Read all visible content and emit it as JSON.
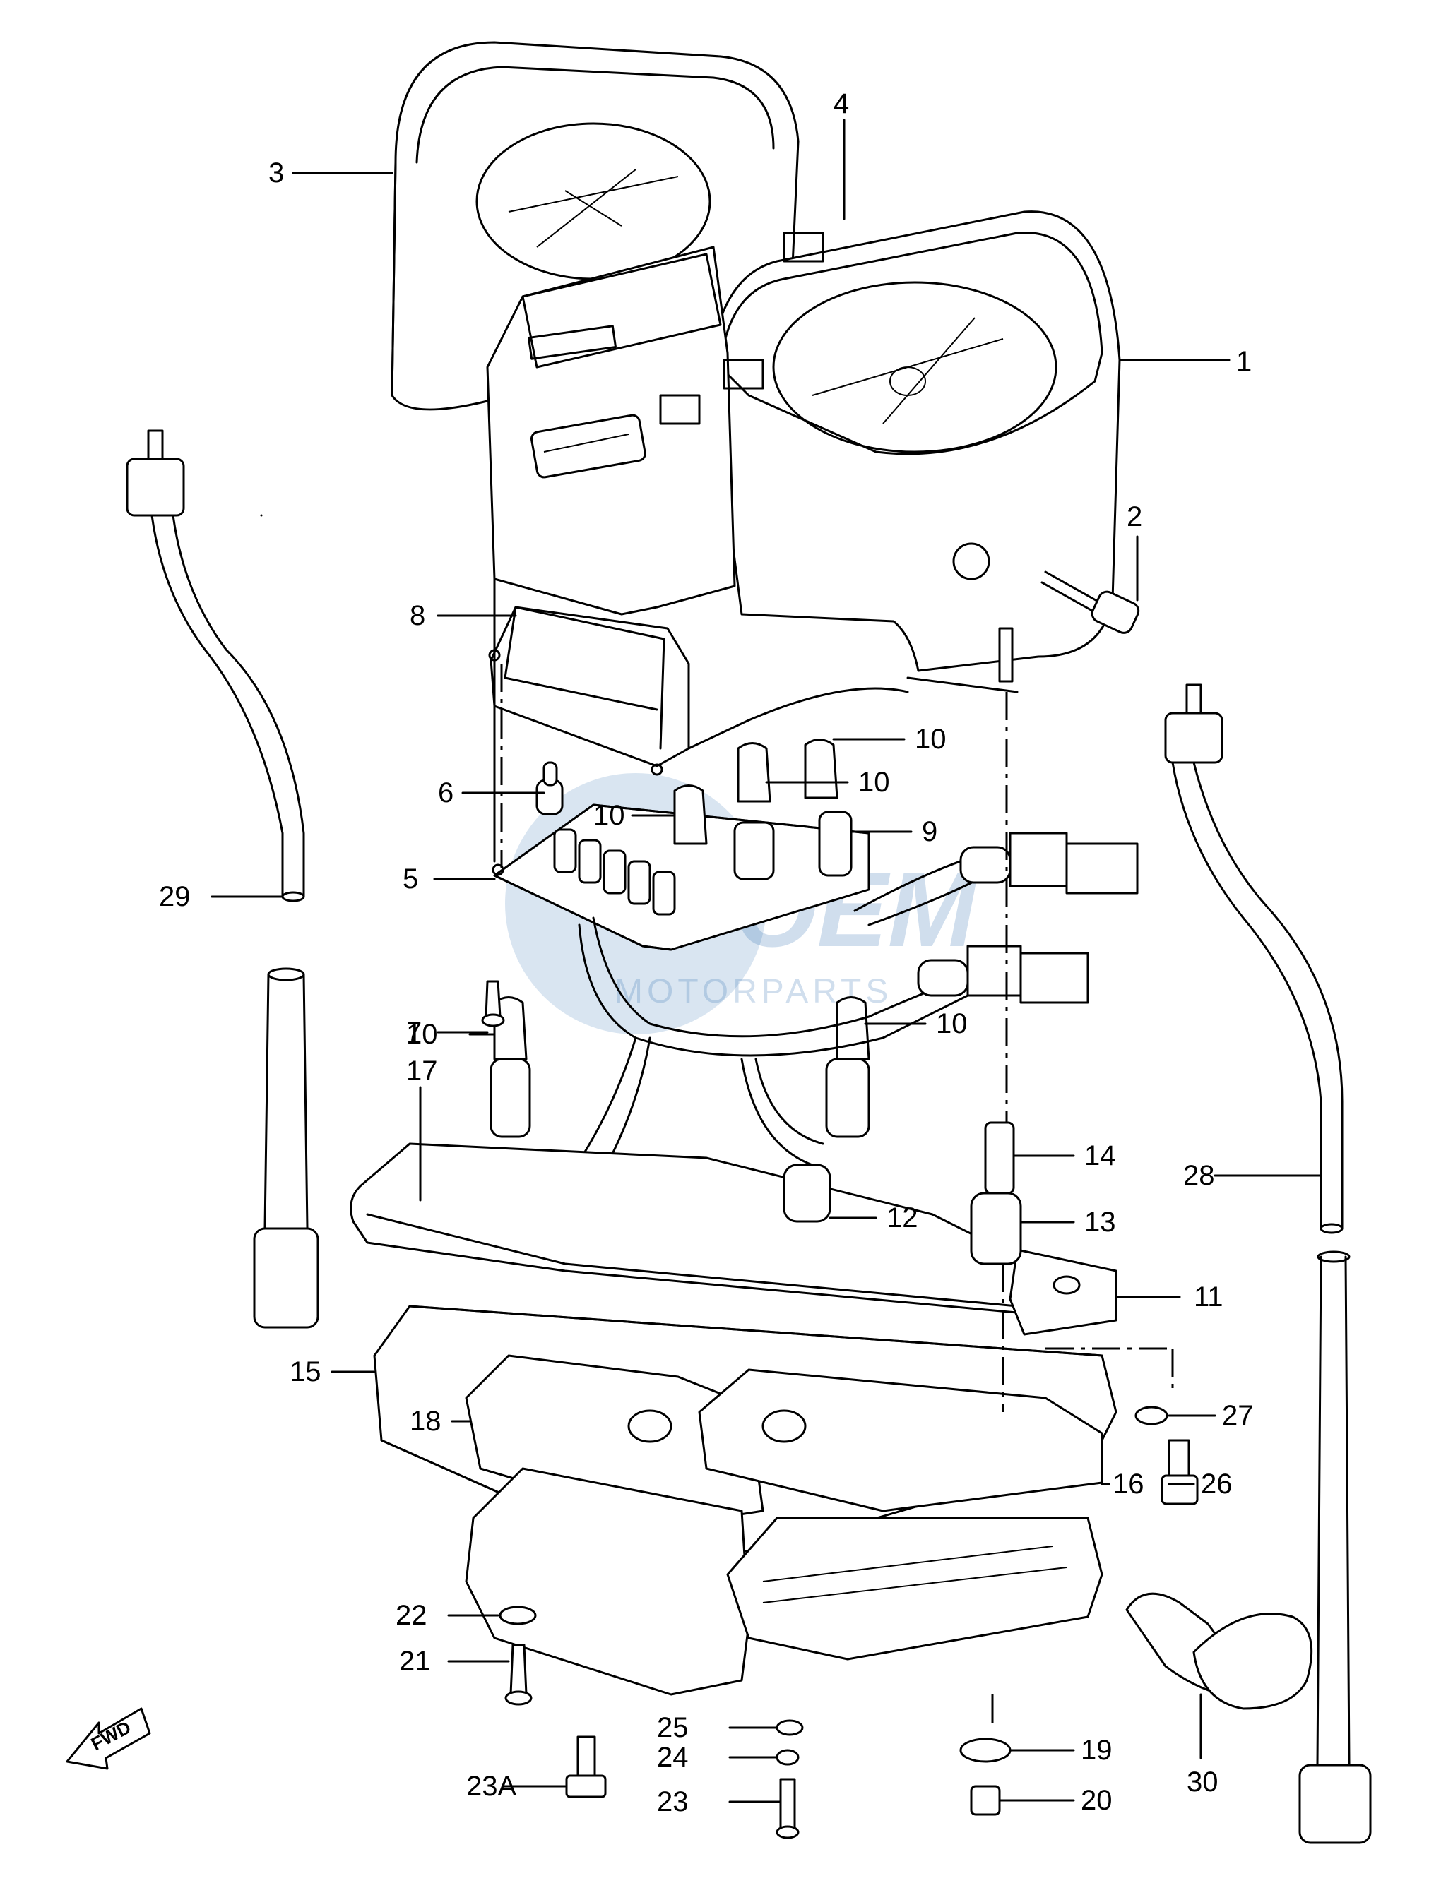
{
  "callouts": [
    "1",
    "2",
    "3",
    "4",
    "5",
    "6",
    "7",
    "8",
    "9",
    "10",
    "10",
    "10",
    "10",
    "10",
    "10",
    "11",
    "12",
    "13",
    "14",
    "15",
    "16",
    "17",
    "18",
    "19",
    "20",
    "21",
    "22",
    "23",
    "23A",
    "24",
    "25",
    "26",
    "27",
    "28",
    "29",
    "30"
  ],
  "watermark": {
    "brand": "OEM",
    "sub": "MOTORPARTS"
  },
  "direction": {
    "label": "FWD"
  }
}
